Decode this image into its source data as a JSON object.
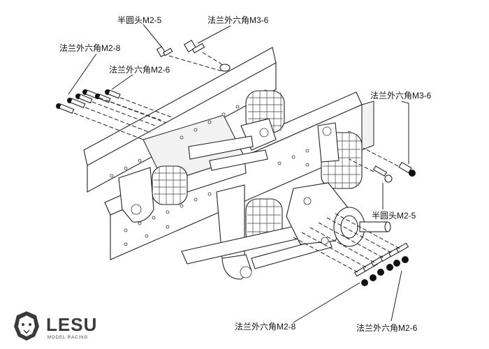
{
  "labels": {
    "top_round_head": "半圆头M2-5",
    "top_flange_m3": "法兰外六角M3-6",
    "left_flange_m2_8": "法兰外六角M2-8",
    "left_flange_m2_6": "法兰外六角M2-6",
    "right_flange_m3": "法兰外六角M3-6",
    "right_round_head": "半圆头M2-5",
    "bottom_flange_m2_8": "法兰外六角M2-8",
    "bottom_flange_m2_6": "法兰外六角M2-6"
  },
  "brand": {
    "name": "LESU",
    "tagline": "MODEL RACING"
  }
}
